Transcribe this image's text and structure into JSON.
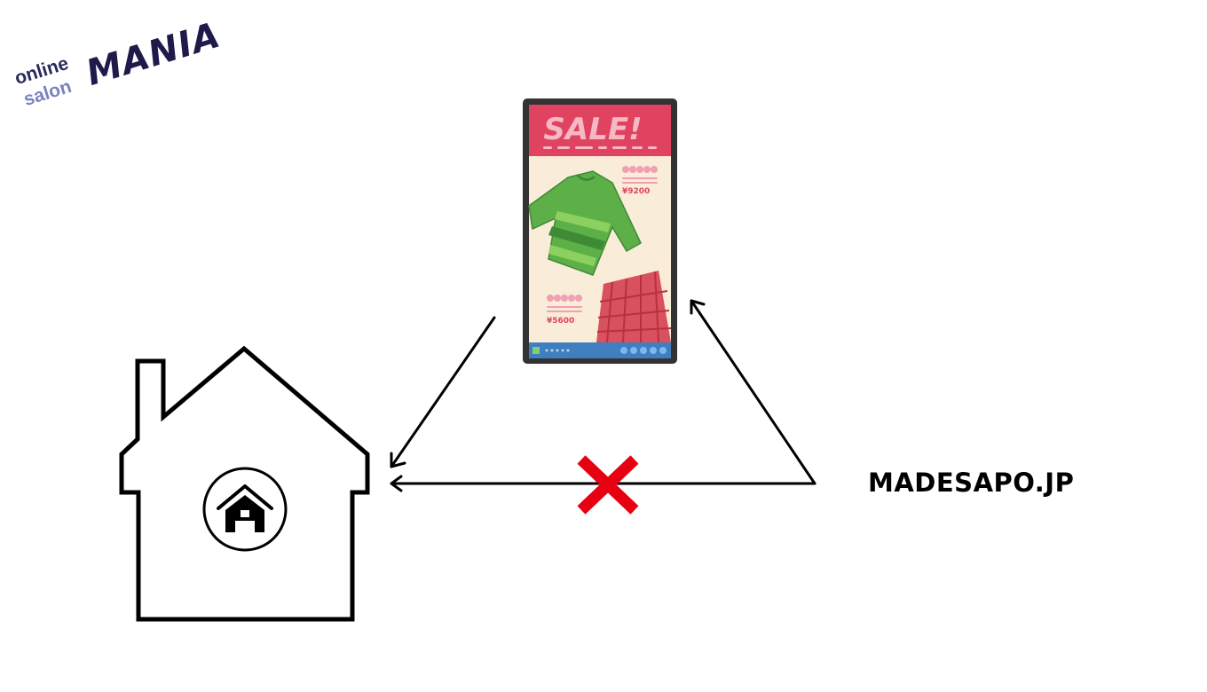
{
  "logo": {
    "line1": "online",
    "line2": "salon",
    "brand": "MANIA"
  },
  "phone": {
    "banner": "SALE!",
    "price_top": "¥9200",
    "price_bottom": "¥5600",
    "colors": {
      "banner": "#e0435f",
      "background": "#f9ecd8",
      "sweater": "#5db048",
      "skirt": "#d9505e",
      "bar": "#3f7fc0",
      "frame": "#333333"
    }
  },
  "site_label": "MADESAPO.JP",
  "colors": {
    "stroke": "#000000",
    "cross": "#e60012"
  }
}
